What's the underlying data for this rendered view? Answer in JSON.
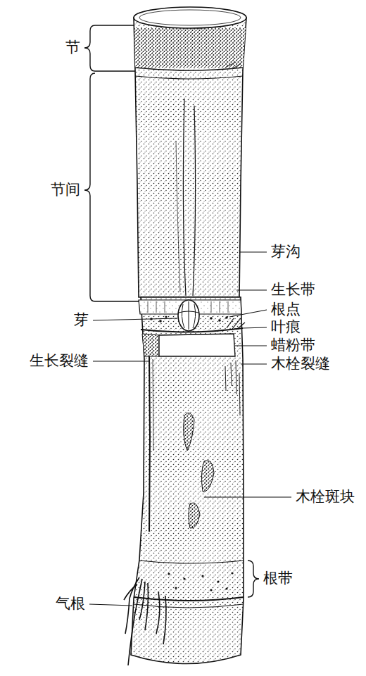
{
  "diagram": {
    "labels": [
      "节",
      "节间",
      "芽沟",
      "生长带",
      "芽",
      "根点",
      "叶痕",
      "生长裂缝",
      "蜡粉带",
      "木栓裂缝",
      "木栓斑块",
      "气根",
      "根带"
    ]
  }
}
